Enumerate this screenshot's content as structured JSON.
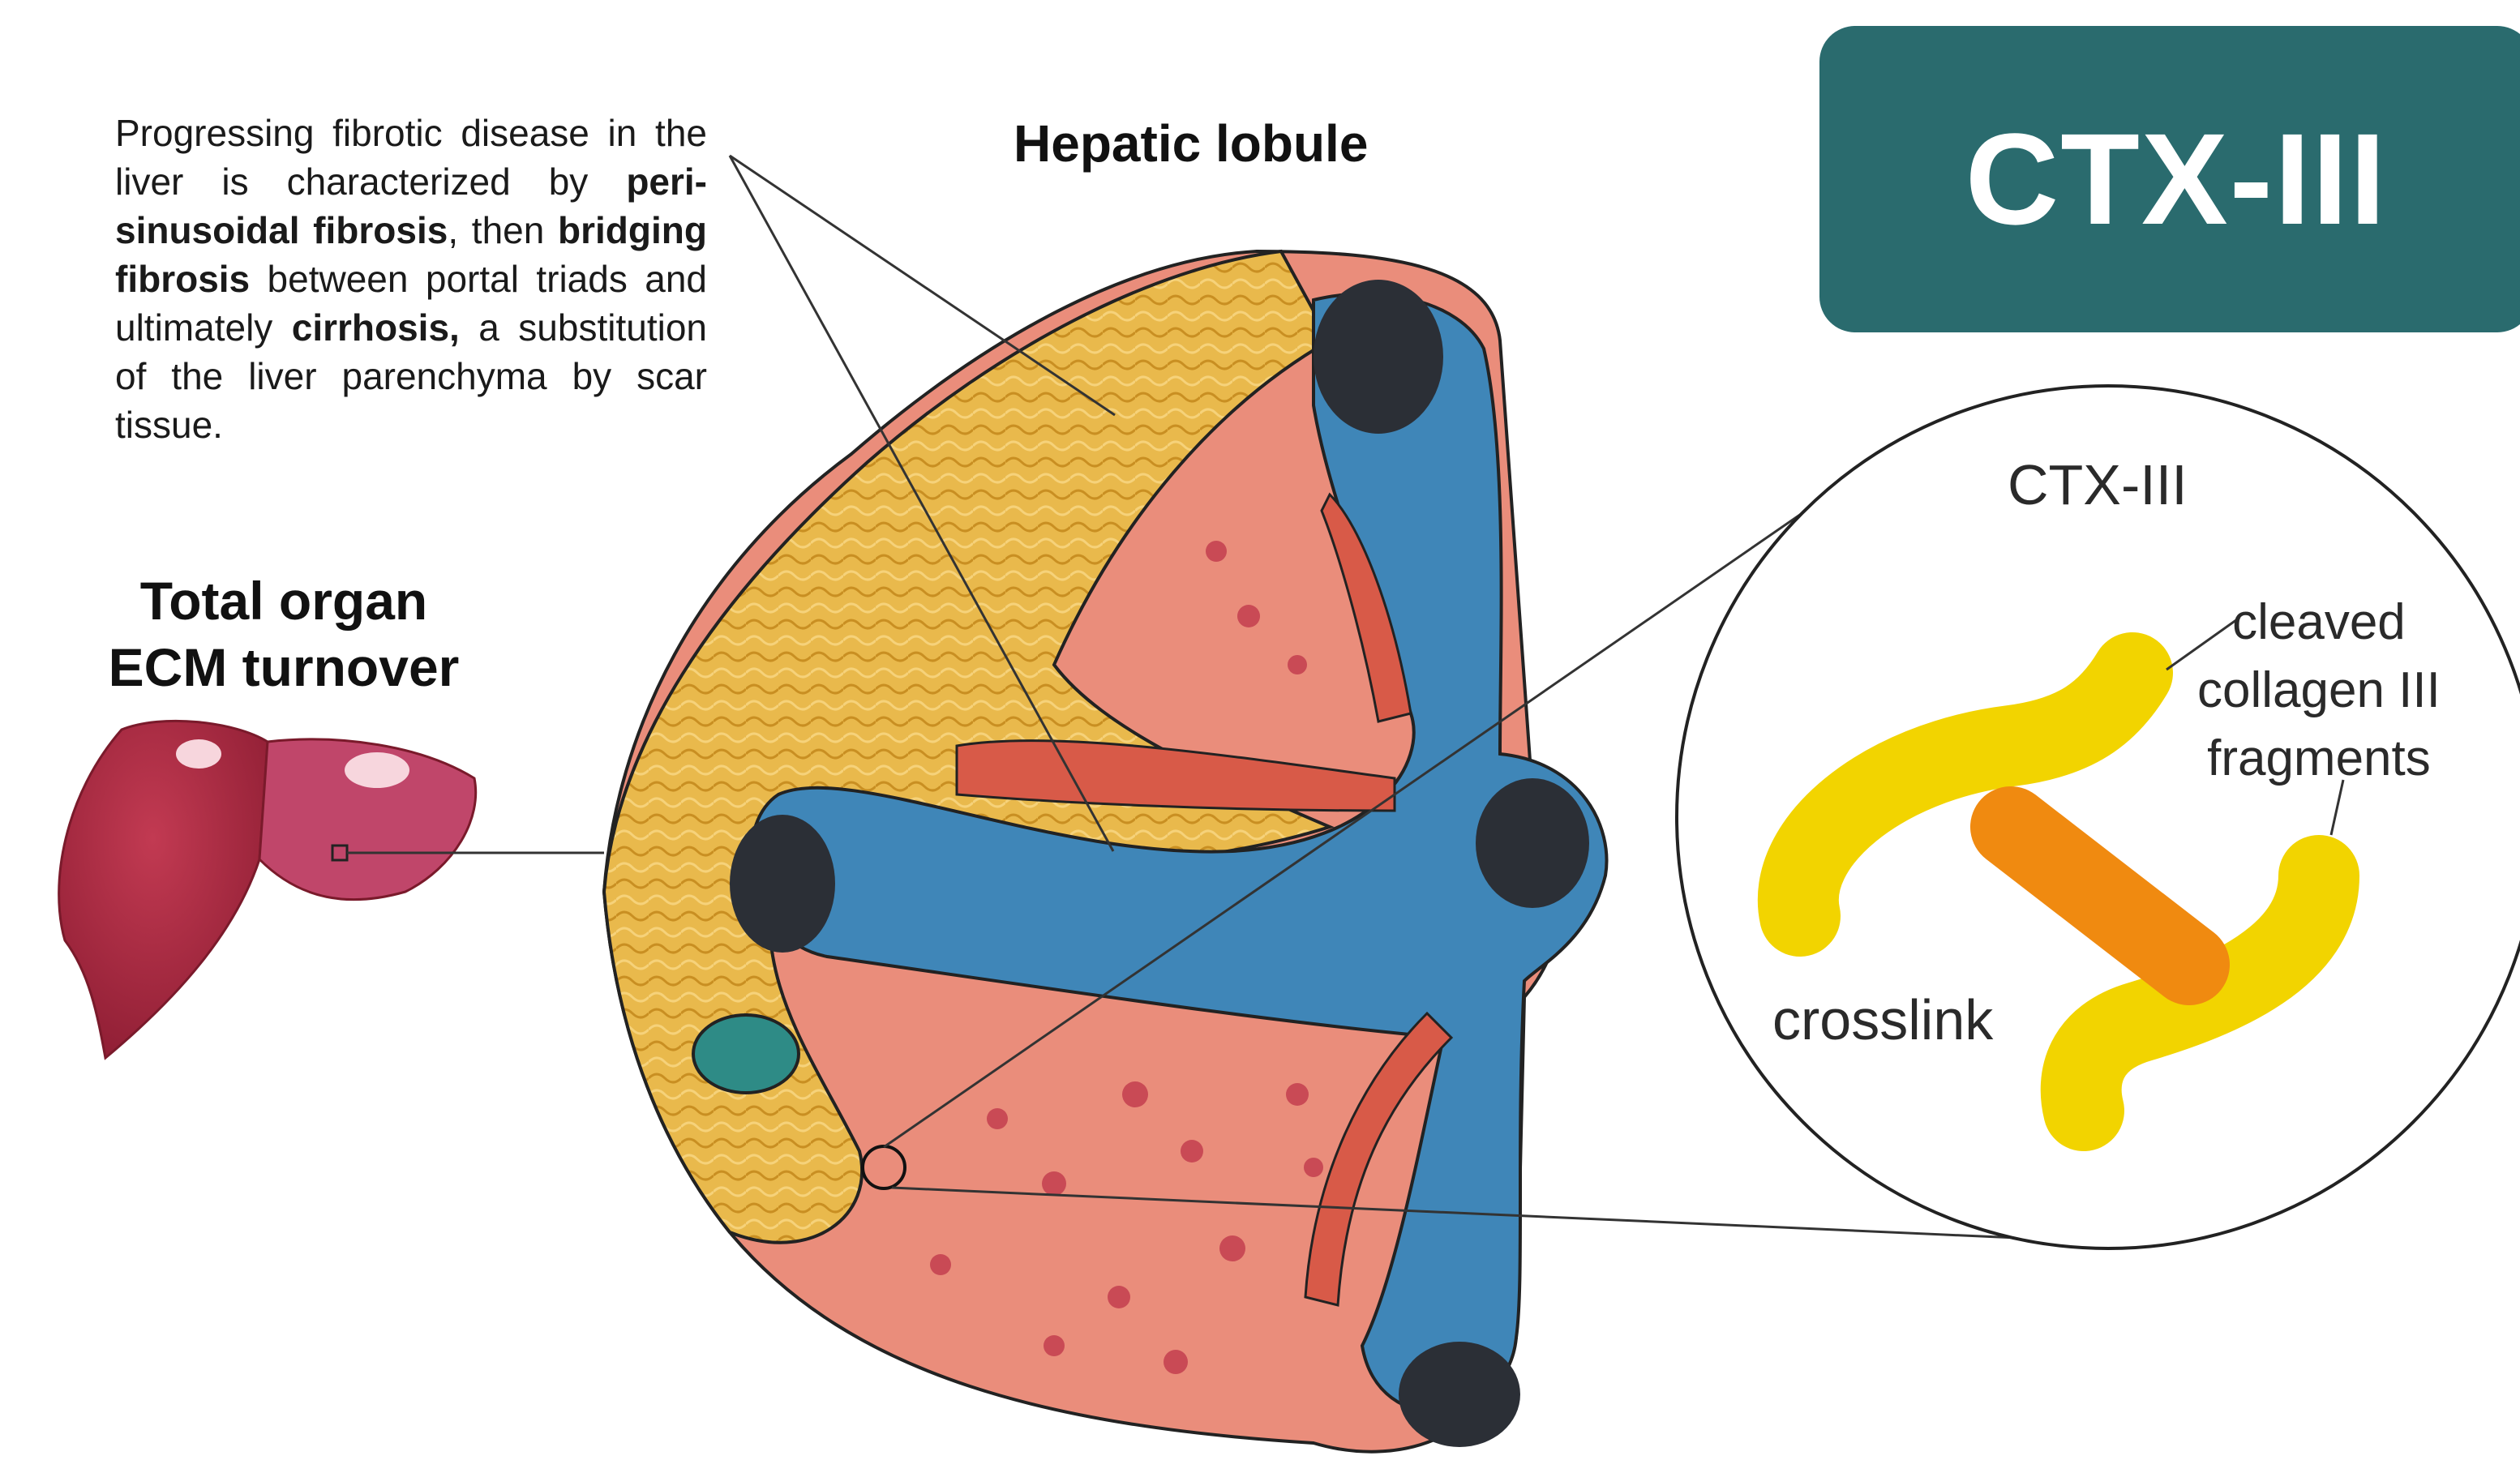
{
  "description": {
    "p1": "Progressing fibrotic disease in the liver is characterized by ",
    "b1": "peri-sinusoidal fibrosis",
    "p2": ", then ",
    "b2": "bridging fibrosis",
    "p3": " between portal triads and ultimately ",
    "b3": "cirrhosis,",
    "p4": " a substitution of the liver parenchyma by scar tissue."
  },
  "lobule_title": "Hepatic lobule",
  "organ_title_line1": "Total organ",
  "organ_title_line2": "ECM turnover",
  "badge_label": "CTX-III",
  "zoom": {
    "title": "CTX-III",
    "fragments_line1": "cleaved",
    "fragments_line2": "collagen III",
    "fragments_line3": "fragments",
    "crosslink": "crosslink"
  },
  "colors": {
    "badge": "#2a6b6e",
    "fibrosis": "#e8b84a",
    "vessel": "#3f86b8",
    "parenchyma": "#e98a78",
    "collagen_fragment": "#f2d400",
    "crosslink": "#f08a10"
  }
}
